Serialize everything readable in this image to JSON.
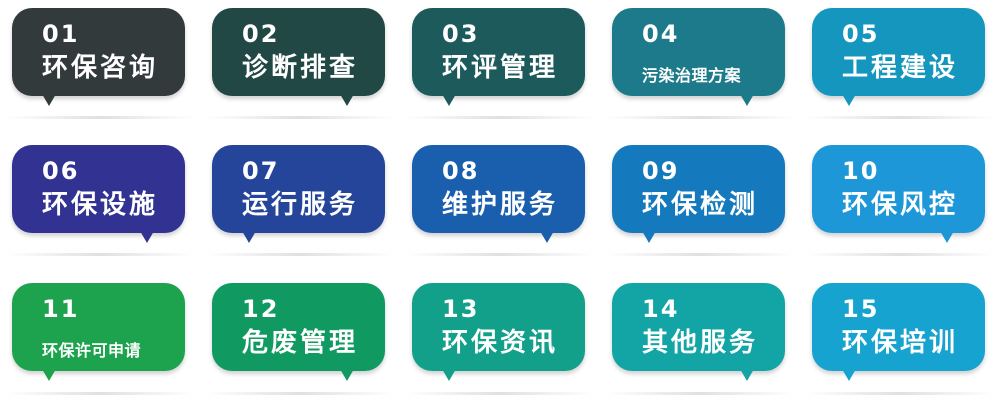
{
  "tiles": [
    {
      "num": "01",
      "label": "环保咨询",
      "color": "#323a3c"
    },
    {
      "num": "02",
      "label": "诊断排查",
      "color": "#214845"
    },
    {
      "num": "03",
      "label": "环评管理",
      "color": "#1d5a5c"
    },
    {
      "num": "04",
      "label": "污染治理方案",
      "color": "#1d7a8a"
    },
    {
      "num": "05",
      "label": "工程建设",
      "color": "#1596be"
    },
    {
      "num": "06",
      "label": "环保设施",
      "color": "#313292"
    },
    {
      "num": "07",
      "label": "运行服务",
      "color": "#24459a"
    },
    {
      "num": "08",
      "label": "维护服务",
      "color": "#1a5fae"
    },
    {
      "num": "09",
      "label": "环保检测",
      "color": "#1479bd"
    },
    {
      "num": "10",
      "label": "环保风控",
      "color": "#1e97d9"
    },
    {
      "num": "11",
      "label": "环保许可申请",
      "color": "#1da24d"
    },
    {
      "num": "12",
      "label": "危废管理",
      "color": "#109a62"
    },
    {
      "num": "13",
      "label": "环保资讯",
      "color": "#12a08a"
    },
    {
      "num": "14",
      "label": "其他服务",
      "color": "#13a4a6"
    },
    {
      "num": "15",
      "label": "环保培训",
      "color": "#17a3cf"
    }
  ]
}
